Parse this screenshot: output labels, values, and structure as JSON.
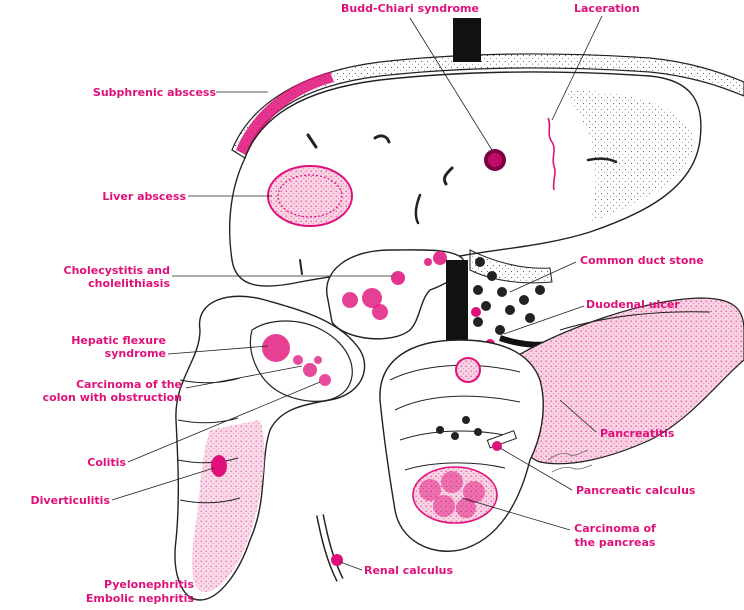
{
  "colors": {
    "accent": "#e0107a",
    "pink_fill": "#f6c4dc",
    "ink": "#222222",
    "organ_fill": "#ffffff"
  },
  "labels": {
    "budd_chiari": "Budd-Chiari syndrome",
    "laceration": "Laceration",
    "subphrenic_abscess": "Subphrenic abscess",
    "liver_abscess": "Liver abscess",
    "cholecystitis_1": "Cholecystitis and",
    "cholecystitis_2": "cholelithiasis",
    "common_duct_stone": "Common duct stone",
    "duodenal_ulcer": "Duodenal ulcer",
    "hepatic_flexure_1": "Hepatic flexure",
    "hepatic_flexure_2": "syndrome",
    "carcinoma_colon_1": "Carcinoma of the",
    "carcinoma_colon_2": "colon with obstruction",
    "colitis": "Colitis",
    "pancreatitis": "Pancreatitis",
    "diverticulitis": "Diverticulitis",
    "pancreatic_calculus": "Pancreatic calculus",
    "carcinoma_pancreas_1": "Carcinoma of",
    "carcinoma_pancreas_2": "the pancreas",
    "renal_calculus": "Renal calculus",
    "pyelonephritis": "Pyelonephritis",
    "embolic_nephritis": "Embolic nephritis"
  }
}
